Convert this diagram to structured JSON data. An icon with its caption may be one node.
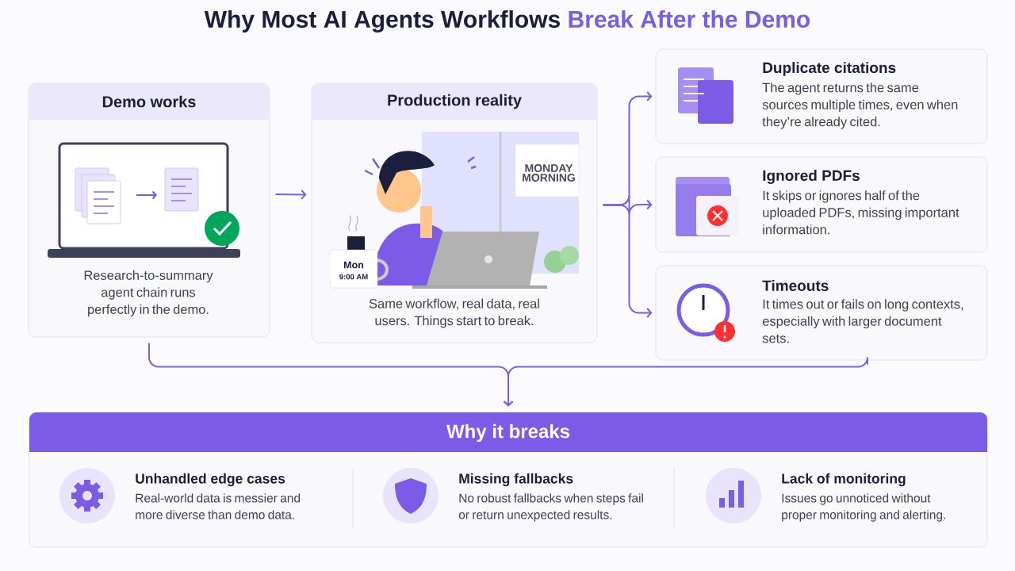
{
  "diagram": {
    "title": "Why Most AI Agents Workflows **Break After the Demo**",
    "nodes": [
      {
        "text": [
          "Demo works",
          "Research-to-summary agent chain runs perfectly in the demo."
        ]
      },
      {
        "text": [
          "Production reality",
          "Same workflow, real data, real users. Things start to break."
        ]
      },
      {
        "text": [
          "Duplicate citations",
          "The agent returns the same sources multiple times, even when they’re already cited."
        ]
      },
      {
        "text": [
          "Ignored PDFs",
          "It skips or ignores half of the uploaded PDFs, missing important information."
        ]
      },
      {
        "text": [
          "Timeouts",
          "It times out or fails on long contexts, especially with larger document sets."
        ]
      },
      {
        "text": [
          "Why it breaks"
        ]
      },
      {
        "text": [
          "Unhandled edge cases",
          "Real-world data is messier and more diverse than demo data."
        ],
        "in": 5
      },
      {
        "text": [
          "Missing fallbacks",
          "No robust fallbacks when steps fail or return unexpected results."
        ],
        "in": 5
      },
      {
        "text": [
          "Lack of monitoring",
          "Issues go unnoticed without proper monitoring and alerting."
        ],
        "in": 5
      }
    ],
    "edges": [
      {
        "from": 0,
        "to": 1,
        "arrow": "to"
      },
      {
        "from": 1,
        "to": 2,
        "arrow": "to"
      },
      {
        "from": 1,
        "to": 3,
        "arrow": "to"
      },
      {
        "from": 1,
        "to": 4,
        "arrow": "to"
      },
      {
        "from": 0,
        "to": 5,
        "arrow": "to"
      },
      {
        "from": 4,
        "to": 5,
        "arrow": "to"
      }
    ],
    "labels": [
      "MONDAY MORNING",
      "Mon",
      "9:00 AM"
    ]
  }
}
